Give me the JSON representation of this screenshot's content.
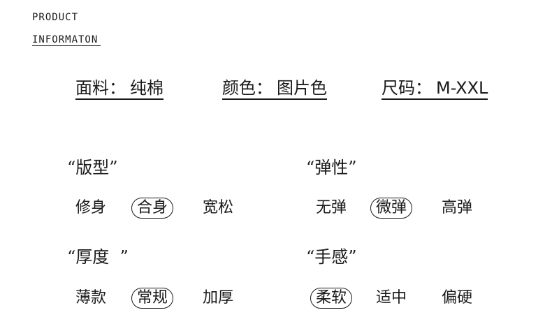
{
  "header": {
    "line1": "PRODUCT",
    "line2": "INFORMATON"
  },
  "specs": [
    {
      "label": "面料：",
      "value": "纯棉"
    },
    {
      "label": "颜色：",
      "value": "图片色"
    },
    {
      "label": "尺码：",
      "value": "M-XXL"
    }
  ],
  "groups": [
    {
      "title": "版型",
      "options": [
        "修身",
        "合身",
        "宽松"
      ],
      "selected": "合身"
    },
    {
      "title": "弹性",
      "options": [
        "无弹",
        "微弹",
        "高弹"
      ],
      "selected": "微弹"
    },
    {
      "title": "厚度  ",
      "options": [
        "薄款",
        "常规",
        "加厚"
      ],
      "selected": "常规"
    },
    {
      "title": "手感",
      "options": [
        "柔软",
        "适中",
        "偏硬"
      ],
      "selected": "柔软"
    }
  ],
  "quote_open": "“",
  "quote_close": "”"
}
